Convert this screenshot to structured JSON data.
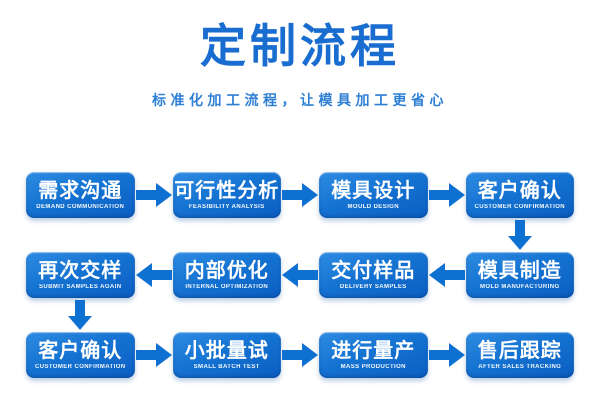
{
  "header": {
    "title": "定制流程",
    "subtitle": "标准化加工流程，让模具加工更省心"
  },
  "colors": {
    "title": "#1a6dd0",
    "subtitle": "#2f80d5",
    "arrow": "#0e71d1",
    "box_top": "#2f8ce2",
    "box_bottom": "#0b5fc2",
    "box_text": "#ffffff"
  },
  "flow": {
    "rows": [
      {
        "direction": "right",
        "boxes": [
          {
            "label": "需求沟通",
            "caption": "DEMAND COMMUNICATION"
          },
          {
            "label": "可行性分析",
            "caption": "FEASIBILITY ANALYSIS"
          },
          {
            "label": "模具设计",
            "caption": "MOULD DESIGN"
          },
          {
            "label": "客户确认",
            "caption": "CUSTOMER CONFIRMATION"
          }
        ]
      },
      {
        "direction": "left",
        "boxes": [
          {
            "label": "再次交样",
            "caption": "SUBMIT SAMPLES AGAIN"
          },
          {
            "label": "内部优化",
            "caption": "INTERNAL OPTIMIZATION"
          },
          {
            "label": "交付样品",
            "caption": "DELIVERY SAMPLES"
          },
          {
            "label": "模具制造",
            "caption": "MOLD MANUFACTURING"
          }
        ]
      },
      {
        "direction": "right",
        "boxes": [
          {
            "label": "客户确认",
            "caption": "CUSTOMER CONFIRMATION"
          },
          {
            "label": "小批量试",
            "caption": "SMALL BATCH TEST"
          },
          {
            "label": "进行量产",
            "caption": "MASS PRODUCTION"
          },
          {
            "label": "售后跟踪",
            "caption": "AFTER SALES TRACKING"
          }
        ]
      }
    ]
  }
}
